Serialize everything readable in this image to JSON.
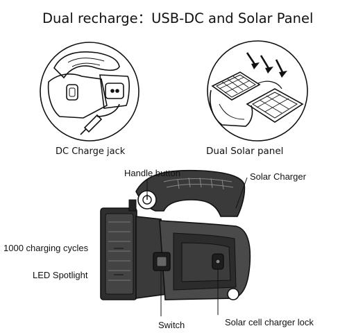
{
  "title": "Dual recharge：USB-DC and Solar Panel",
  "panels": {
    "dc": {
      "label": "DC Charge jack"
    },
    "solar": {
      "label": "Dual Solar panel"
    }
  },
  "callouts": {
    "handle_button": "Handle button",
    "solar_charger": "Solar Charger",
    "charging_cycles": "1000 charging cycles",
    "led_spotlight": "LED Spotlight",
    "switch": "Switch",
    "solar_lock": "Solar cell charger lock"
  },
  "colors": {
    "line": "#111111",
    "background": "#ffffff",
    "dark_fill": "#2a2a2a",
    "mid_fill": "#555555"
  }
}
